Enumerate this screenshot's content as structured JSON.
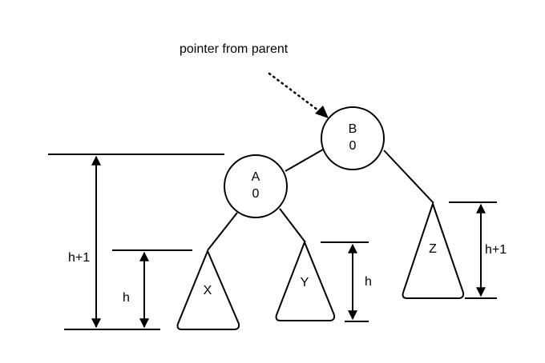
{
  "caption": {
    "pointer_label": "pointer from parent"
  },
  "nodes": {
    "B": {
      "name": "B",
      "balance": "0"
    },
    "A": {
      "name": "A",
      "balance": "0"
    }
  },
  "subtrees": {
    "X": {
      "name": "X"
    },
    "Y": {
      "name": "Y"
    },
    "Z": {
      "name": "Z"
    }
  },
  "heights": {
    "left_outer": "h+1",
    "left_inner": "h",
    "y_height": "h",
    "z_height": "h+1"
  },
  "colors": {
    "stroke": "#000000",
    "background": "#ffffff"
  }
}
